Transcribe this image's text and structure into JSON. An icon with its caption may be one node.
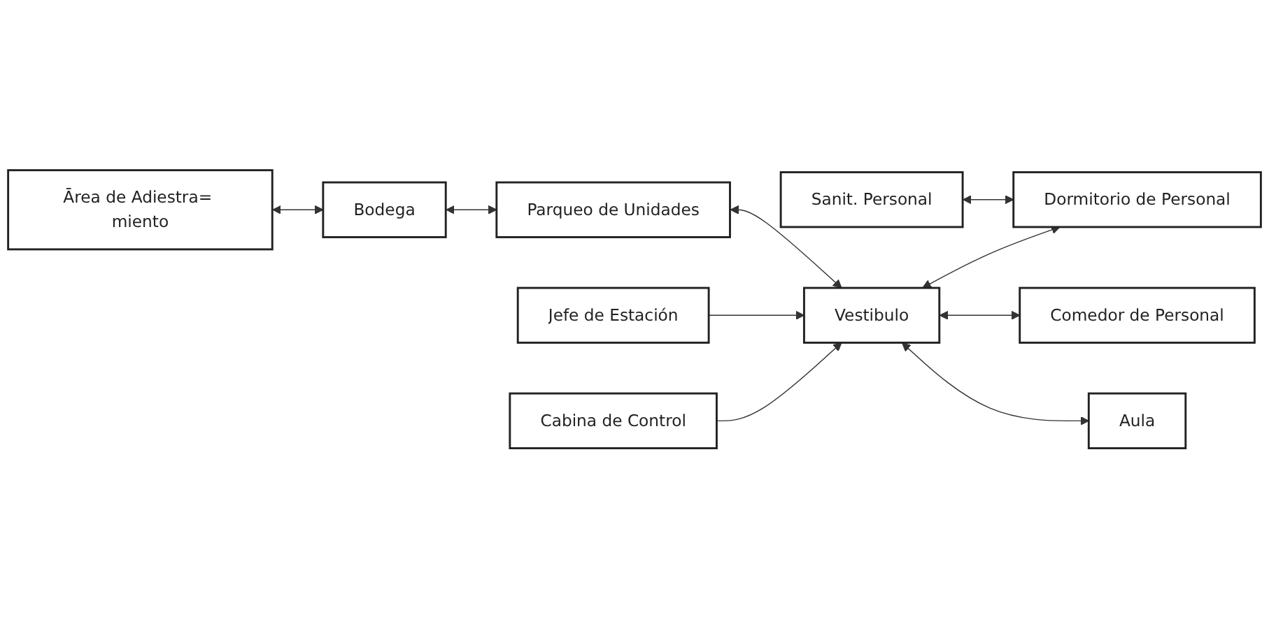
{
  "diagram": {
    "nodes": [
      {
        "text": [
          "Ārea de Adiestra= miento"
        ]
      },
      {
        "text": [
          "Sanit. Personal"
        ]
      },
      {
        "text": [
          "Dormitorio de Personal"
        ]
      },
      {
        "text": [
          "Comedor de Personal"
        ]
      },
      {
        "text": [
          "Aula"
        ]
      },
      {
        "text": [
          "Bodega"
        ]
      },
      {
        "text": [
          "Parqueo de Unidades"
        ]
      },
      {
        "text": [
          "Vestibulo"
        ]
      },
      {
        "text": [
          "Jefe de Estación"
        ]
      },
      {
        "text": [
          "Cabina de Control"
        ]
      }
    ],
    "edges": [
      {
        "from": 0,
        "to": 5,
        "arrow": "both"
      },
      {
        "from": 1,
        "to": 2,
        "arrow": "both"
      },
      {
        "from": 7,
        "to": 2,
        "arrow": "both"
      },
      {
        "from": 7,
        "to": 3,
        "arrow": "both"
      },
      {
        "from": 7,
        "to": 4,
        "arrow": "both"
      },
      {
        "from": 5,
        "to": 6,
        "arrow": "both"
      },
      {
        "from": 6,
        "to": 7,
        "arrow": "both"
      },
      {
        "from": 8,
        "to": 7,
        "arrow": "to"
      },
      {
        "from": 9,
        "to": 7,
        "arrow": "to"
      }
    ]
  }
}
